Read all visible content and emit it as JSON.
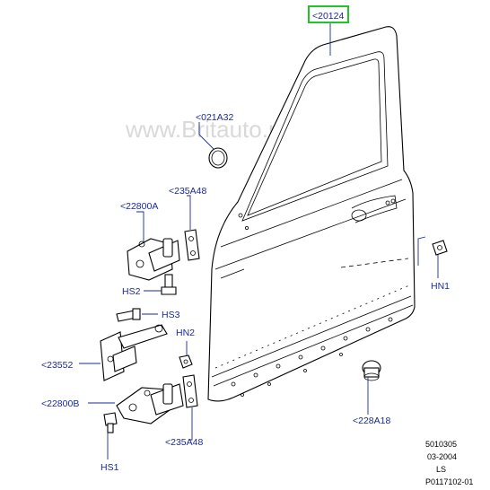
{
  "watermark": "www.Britauto.ru",
  "callouts": {
    "door_shell": "<20124",
    "plug": "<021A32",
    "upper_hinge": "<22800A",
    "upper_hinge_plate": "<235A48",
    "upper_hinge_bolt": "HS2",
    "check_arm_bolt": "HS3",
    "check_arm": "<23552",
    "lower_hinge": "<22800B",
    "lower_hinge_bolt": "HS1",
    "lower_hinge_plate": "<235A48",
    "nut_center": "HN2",
    "nut_right": "HN1",
    "bumper": "<228A18"
  },
  "footer": {
    "line1": "5010305",
    "line2": "03-2004",
    "line3": "LS",
    "line4": "P0117102-01"
  },
  "colors": {
    "callout_text": "#1a2a9a",
    "highlight_box": "#22c32a",
    "linework": "#000000"
  }
}
